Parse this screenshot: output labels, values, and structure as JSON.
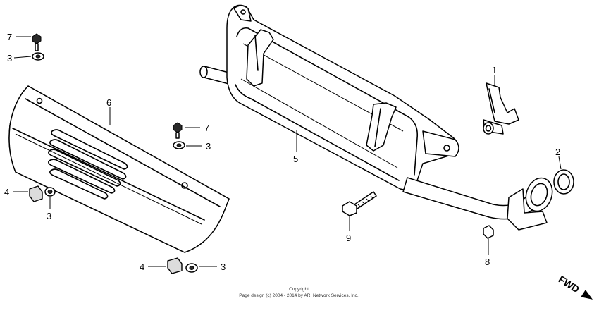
{
  "callouts": {
    "c7a": "7",
    "c3a": "3",
    "c6": "6",
    "c7b": "7",
    "c3b": "3",
    "c4a": "4",
    "c3c": "3",
    "c5": "5",
    "c1": "1",
    "c2": "2",
    "c9": "9",
    "c8": "8",
    "c4b": "4",
    "c3d": "3"
  },
  "copyright": {
    "line1": "Copyright",
    "line2": "Page design (c) 2004 - 2014 by ARI Network Services, Inc."
  },
  "direction": {
    "label": "FWD"
  }
}
